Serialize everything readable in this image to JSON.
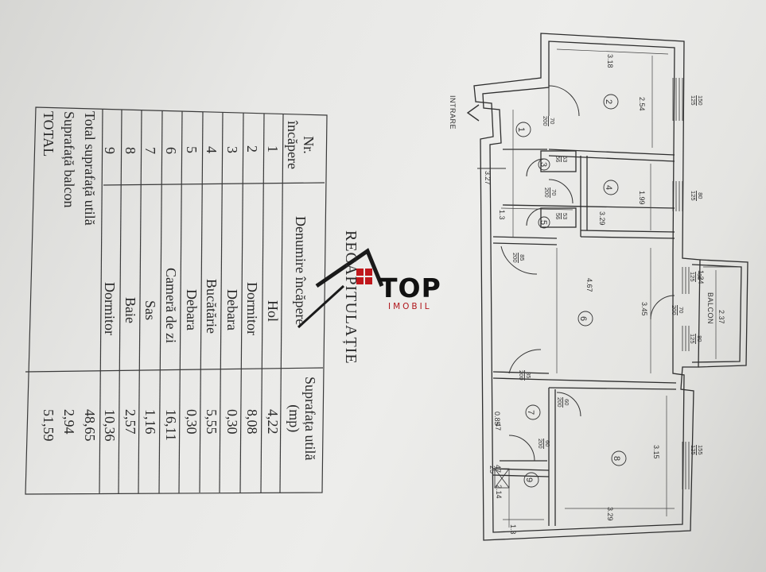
{
  "table": {
    "title": "RECAPITULAȚIE",
    "header_nr": [
      "Nr.",
      "încăpere"
    ],
    "header_name": "Denumire încăpere",
    "header_area": [
      "Suprafața utilă",
      "(mp)"
    ],
    "rows": [
      {
        "nr": "1",
        "name": "Hol",
        "area": "4,22"
      },
      {
        "nr": "2",
        "name": "Dormitor",
        "area": "8,08"
      },
      {
        "nr": "3",
        "name": "Debara",
        "area": "0,30"
      },
      {
        "nr": "4",
        "name": "Bucătărie",
        "area": "5,55"
      },
      {
        "nr": "5",
        "name": "Debara",
        "area": "0,30"
      },
      {
        "nr": "6",
        "name": "Cameră de zi",
        "area": "16,11"
      },
      {
        "nr": "7",
        "name": "Sas",
        "area": "1,16"
      },
      {
        "nr": "8",
        "name": "Baie",
        "area": "2,57"
      },
      {
        "nr": "9",
        "name": "Dormitor",
        "area": "10,36"
      }
    ],
    "totals": [
      {
        "label": "Total suprafață utilă",
        "value": "48,65"
      },
      {
        "label": "Suprafață balcon",
        "value": "2,94"
      },
      {
        "label": "TOTAL",
        "value": "51,59"
      }
    ]
  },
  "logo": {
    "top": "TOP",
    "imobil": "IMOBIL",
    "accent_color": "#c0171c"
  },
  "plan": {
    "entrance_label": "INTRARE",
    "balcony_label": "BALCON",
    "room_numbers": [
      "1",
      "2",
      "3",
      "4",
      "5",
      "6",
      "7",
      "8",
      "9"
    ],
    "dimensions": {
      "d318": "3.18",
      "d254": "2.54",
      "d150_125": [
        "150",
        "125"
      ],
      "d199": "1.99",
      "d80_125a": [
        "80",
        "125"
      ],
      "d329a": "3.29",
      "d327": "3.27",
      "d13a": "1.3",
      "d70_200a": [
        "70",
        "200"
      ],
      "d53_56a": [
        "53",
        "56"
      ],
      "d70_200b": [
        "70",
        "200"
      ],
      "d53_56b": [
        "53",
        "56"
      ],
      "d85_200a": [
        "85",
        "200"
      ],
      "d467": "4.67",
      "d345": "3.45",
      "d124": "1.24",
      "d80_125b": [
        "80",
        "125"
      ],
      "d237": "2.37",
      "d70_200c": [
        "70",
        "200"
      ],
      "d80_125c": [
        "80",
        "125"
      ],
      "d85_200b": [
        "85",
        "200"
      ],
      "d60_200a": [
        "60",
        "200"
      ],
      "d085": "0.85",
      "d47a": "47",
      "d47b": "47",
      "d60_200b": [
        "60",
        "200"
      ],
      "d315": "3.15",
      "d155_125": [
        "155",
        "125"
      ],
      "d25": "25",
      "d214": "2.14",
      "d13b": "1.3",
      "d329b": "3.29"
    }
  }
}
